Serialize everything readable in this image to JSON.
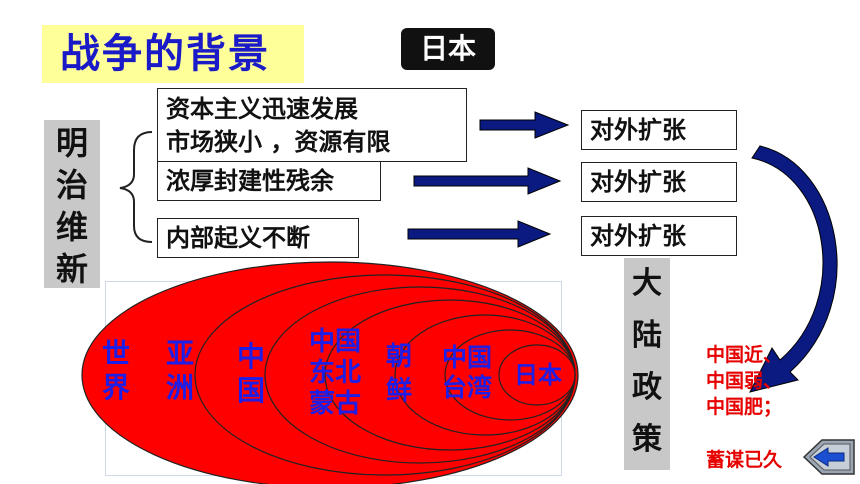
{
  "title": "战争的背景",
  "country": "日本",
  "meiji": [
    "明",
    "治",
    "维",
    "新"
  ],
  "causes": {
    "line1": "资本主义迅速发展",
    "line2": "市场狭小 ，资源有限",
    "feudal": "浓厚封建性残余",
    "uprising": "内部起义不断"
  },
  "expansion_label": "对外扩张",
  "mainland_policy": [
    "大",
    "陆",
    "政",
    "策"
  ],
  "rings": {
    "world": [
      "世",
      "界"
    ],
    "asia": [
      "亚",
      "洲"
    ],
    "china": [
      "中",
      "国"
    ],
    "northeast": [
      "中国",
      "东北",
      "蒙古"
    ],
    "korea": [
      "朝",
      "鲜"
    ],
    "taiwan": [
      "中国",
      "台湾"
    ],
    "japan": "日本"
  },
  "reasons": {
    "near": "中国近、",
    "weak": "中国弱、",
    "fat": "中国肥；",
    "plotted": "蓄谋已久"
  },
  "colors": {
    "title_bg": "#ffff99",
    "title_text": "#1a1ac8",
    "ellipse": "#ff0000",
    "arrow": "#0a1a80",
    "accent_red": "#e60000"
  }
}
